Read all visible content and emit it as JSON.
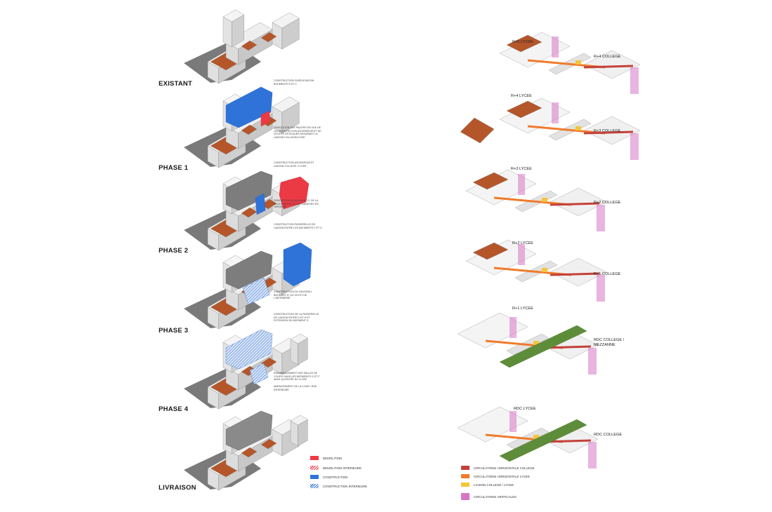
{
  "colors": {
    "demolition": "#ec3a45",
    "construction": "#2f73d9",
    "roof": "#b5562a",
    "circ_college": "#c4413a",
    "circ_lycee": "#ef7b2c",
    "liaison": "#f4c53b",
    "vertical": "#d776c4",
    "ground_green": "#5e8d3a",
    "shadow": "#6e6e6e"
  },
  "phases": [
    {
      "label": "EXISTANT",
      "notes": []
    },
    {
      "label": "PHASE 1",
      "notes": [
        "CONSTRUCTION SURELEVATION BATIMENTS R et C",
        "DEMOLITION DES PALIERS EN VUE DE LA CREATION D'UN ASCENSEUR ET DE VOUTES D'ESCALIER ASSURANT LA LIAISON COLLEGE/LYCEE"
      ]
    },
    {
      "label": "PHASE 2",
      "notes": [
        "CONSTRUCTION ASCENSEUR ET LIAISON COLLEGE / LYCEE",
        "DEMOLITION DU BATIMENT R, DE LA VOUTE BETON ET DES ANNEXES EN HERONSE",
        "CONSTRUCTION PASSERELLE DE LIAISON ENTRE LES BATIMENTS F et G"
      ]
    },
    {
      "label": "PHASE 3",
      "notes": [
        "CONSTRUCTION DU NOUVEAU BATIMENT R, DU CDI ET DE L'INFIRMERIE",
        "CONSTRUCTION DE LA PASSERELLE DE LIAISON ENTRE G et H ET EXTENSION DU BATIMENT G"
      ]
    },
    {
      "label": "PHASE 4",
      "notes": [
        "REAMENAGEMENT DES SALLES DE COURS DANS LES BATIMENTS G et F AINSI QU'ENTRE DU LYCEE",
        "AMENAGEMENT DE LA COUR / RUE INTERIEURE"
      ]
    },
    {
      "label": "LIVRAISON",
      "notes": []
    }
  ],
  "phase_legend": [
    {
      "label": "DEMOLITION",
      "style": "solid-red"
    },
    {
      "label": "DEMOLITION INTERIEURE",
      "style": "hatch-red"
    },
    {
      "label": "CONSTRUCTION",
      "style": "solid-blue"
    },
    {
      "label": "CONSTRUCTION INTERIEURE",
      "style": "hatch-blue"
    }
  ],
  "levels": {
    "lycee": [
      "R+5 LYCEE",
      "R+4 LYCEE",
      "R+3 LYCEE",
      "R+2 LYCEE",
      "R+1 LYCEE",
      "RDC LYCEE"
    ],
    "college": [
      "R+4 COLLEGE",
      "R+3 COLLEGE",
      "R+2 COLLEGE",
      "R+1 COLLEGE",
      "RDC COLLEGE / MEZZANNE",
      "RDC COLLEGE"
    ]
  },
  "circulation_legend": [
    {
      "label": "CIRCULATIONS HORIZONTALE COLLEGE",
      "color": "#c4413a"
    },
    {
      "label": "CIRCULATIONS HORIZONTALE LYCEE",
      "color": "#ef7b2c"
    },
    {
      "label": "LIAISON COLLEGE / LYCEE",
      "color": "#f4c53b"
    },
    {
      "label": "CIRCULATIONS VERTICALES",
      "color": "#d776c4"
    }
  ]
}
